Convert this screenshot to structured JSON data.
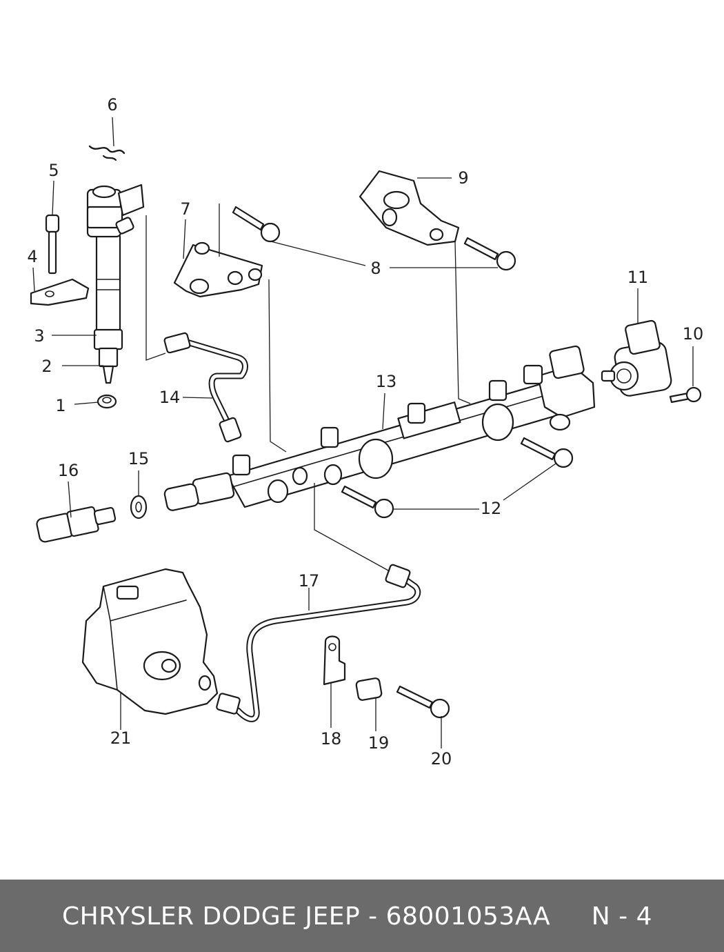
{
  "labels": {
    "p1": "1",
    "p2": "2",
    "p3": "3",
    "p4": "4",
    "p5": "5",
    "p6": "6",
    "p7": "7",
    "p8": "8",
    "p9": "9",
    "p10": "10",
    "p11": "11",
    "p12": "12",
    "p13": "13",
    "p14": "14",
    "p15": "15",
    "p16": "16",
    "p17": "17",
    "p18": "18",
    "p19": "19",
    "p20": "20",
    "p21": "21"
  },
  "footer": {
    "text": "CHRYSLER DODGE JEEP - 68001053AA     N - 4",
    "background": "#6b6b6b",
    "color": "#ffffff"
  }
}
